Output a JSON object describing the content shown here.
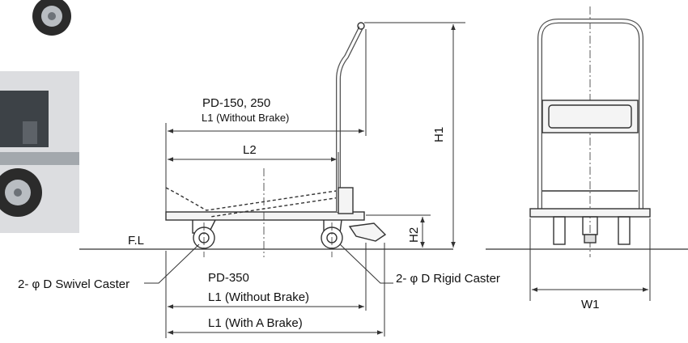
{
  "labels": {
    "model_small": "PD-150, 250",
    "l1_without_brake_small": "L1 (Without Brake)",
    "l2": "L2",
    "h1": "H1",
    "h2": "H2",
    "floor_line": "F.L",
    "model_large": "PD-350",
    "l1_without_brake": "L1 (Without Brake)",
    "l1_with_brake": "L1 (With A Brake)",
    "swivel_caster": "2- φ D Swivel Caster",
    "rigid_caster": "2- φ D Rigid Caster",
    "w1": "W1"
  },
  "colors": {
    "line": "#333333",
    "photo_bg": "#dcdde0",
    "metal": "#9aa0a6",
    "rubber": "#2b2b2b"
  }
}
